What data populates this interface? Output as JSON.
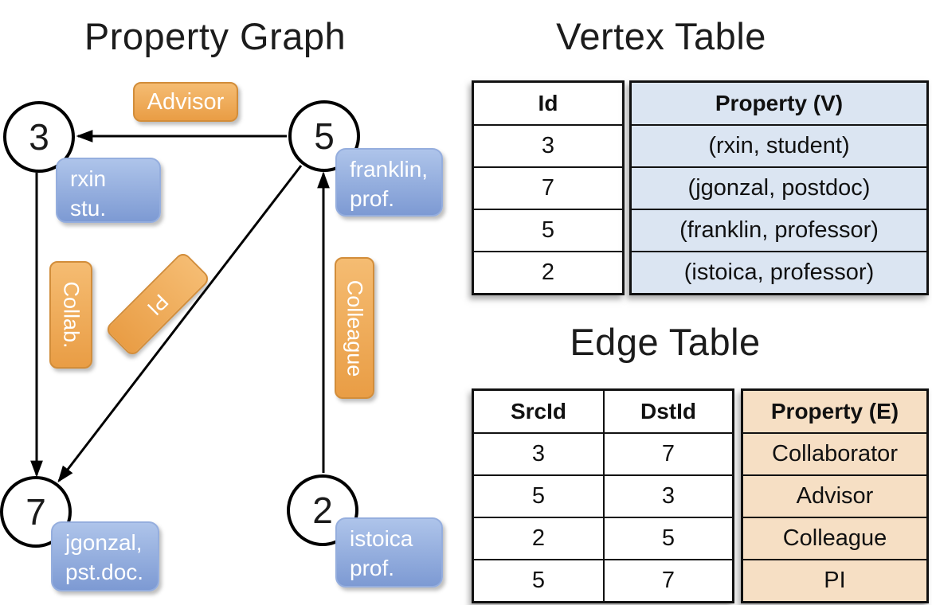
{
  "titles": {
    "graph": "Property Graph",
    "vertex_table": "Vertex Table",
    "edge_table": "Edge Table"
  },
  "graph": {
    "vertices": [
      {
        "id": "3",
        "lines": [
          "rxin",
          "stu."
        ]
      },
      {
        "id": "5",
        "lines": [
          "franklin,",
          "prof."
        ]
      },
      {
        "id": "7",
        "lines": [
          "jgonzal,",
          "pst.doc."
        ]
      },
      {
        "id": "2",
        "lines": [
          "istoica",
          "prof."
        ]
      }
    ],
    "edges": [
      {
        "from": "5",
        "to": "3",
        "label": "Advisor"
      },
      {
        "from": "3",
        "to": "7",
        "label": "Collab."
      },
      {
        "from": "5",
        "to": "7",
        "label": "PI"
      },
      {
        "from": "2",
        "to": "5",
        "label": "Colleague"
      }
    ]
  },
  "vertex_table": {
    "headers": [
      "Id",
      "Property (V)"
    ],
    "rows": [
      [
        "3",
        "(rxin, student)"
      ],
      [
        "7",
        "(jgonzal, postdoc)"
      ],
      [
        "5",
        "(franklin, professor)"
      ],
      [
        "2",
        "(istoica, professor)"
      ]
    ]
  },
  "edge_table": {
    "headers": [
      "SrcId",
      "DstId",
      "Property (E)"
    ],
    "rows": [
      [
        "3",
        "7",
        "Collaborator"
      ],
      [
        "5",
        "3",
        "Advisor"
      ],
      [
        "2",
        "5",
        "Colleague"
      ],
      [
        "5",
        "7",
        "PI"
      ]
    ]
  },
  "colors": {
    "edge_label_orange": "#eda24c",
    "vertex_prop_blue": "#8ba6da",
    "vertex_cell_bg": "#dbe5f2",
    "edge_cell_bg": "#f6dfc4",
    "line_black": "#000000"
  }
}
